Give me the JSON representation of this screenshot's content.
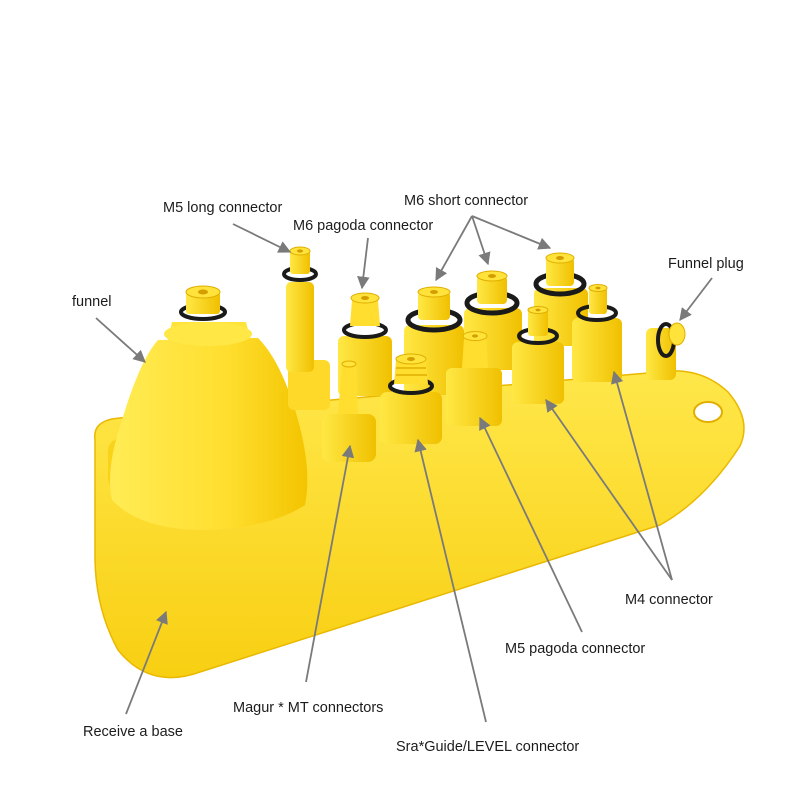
{
  "labels": {
    "m5_long": "M5 long connector",
    "m6_pagoda": "M6 pagoda connector",
    "m6_short": "M6 short connector",
    "funnel_plug": "Funnel plug",
    "funnel": "funnel",
    "m4": "M4 connector",
    "m5_pagoda": "M5 pagoda connector",
    "magur": "Magur * MT connectors",
    "base": "Receive a base",
    "sra": "Sra*Guide/LEVEL connector"
  },
  "colors": {
    "body": "#FFE033",
    "shadow": "#F2C300",
    "dark": "#E0A800",
    "ring": "#1a1a1a",
    "arrow": "#7a7a7a"
  }
}
